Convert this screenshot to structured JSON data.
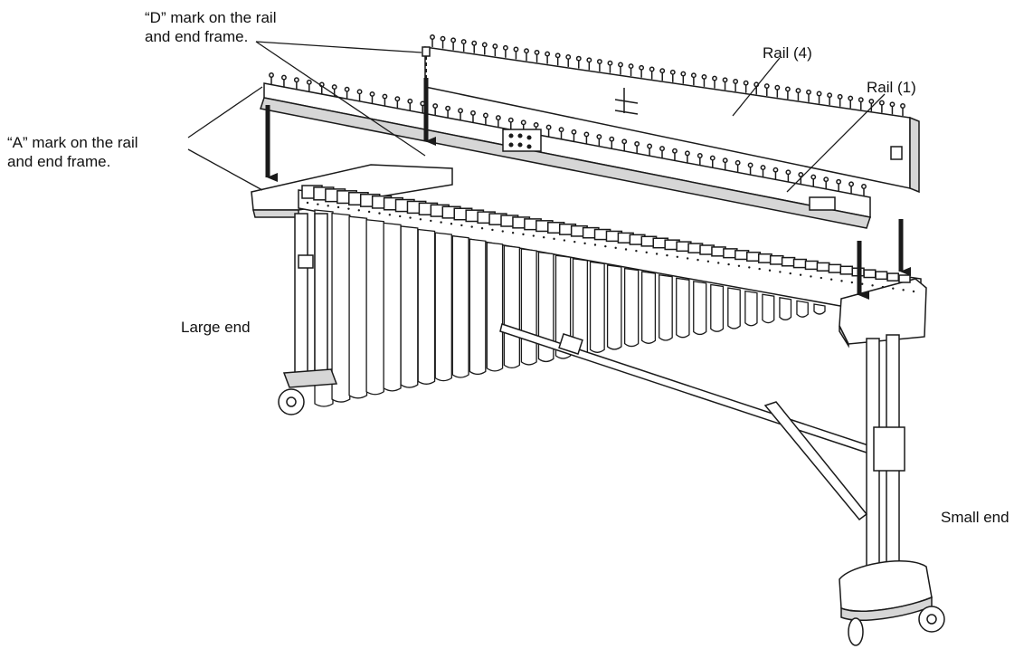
{
  "labels": {
    "d_mark_line1": "“D” mark on the rail",
    "d_mark_line2": "and end frame.",
    "a_mark_line1": "“A” mark on the rail",
    "a_mark_line2": "and end frame.",
    "rail_4": "Rail (4)",
    "rail_1": "Rail (1)",
    "large_end": "Large end",
    "small_end": "Small end"
  },
  "colors": {
    "ink": "#1a1a1a",
    "paper": "#ffffff",
    "shade": "#d6d6d6"
  },
  "icons": [
    "down-arrow-icon",
    "caster-wheel-icon"
  ]
}
